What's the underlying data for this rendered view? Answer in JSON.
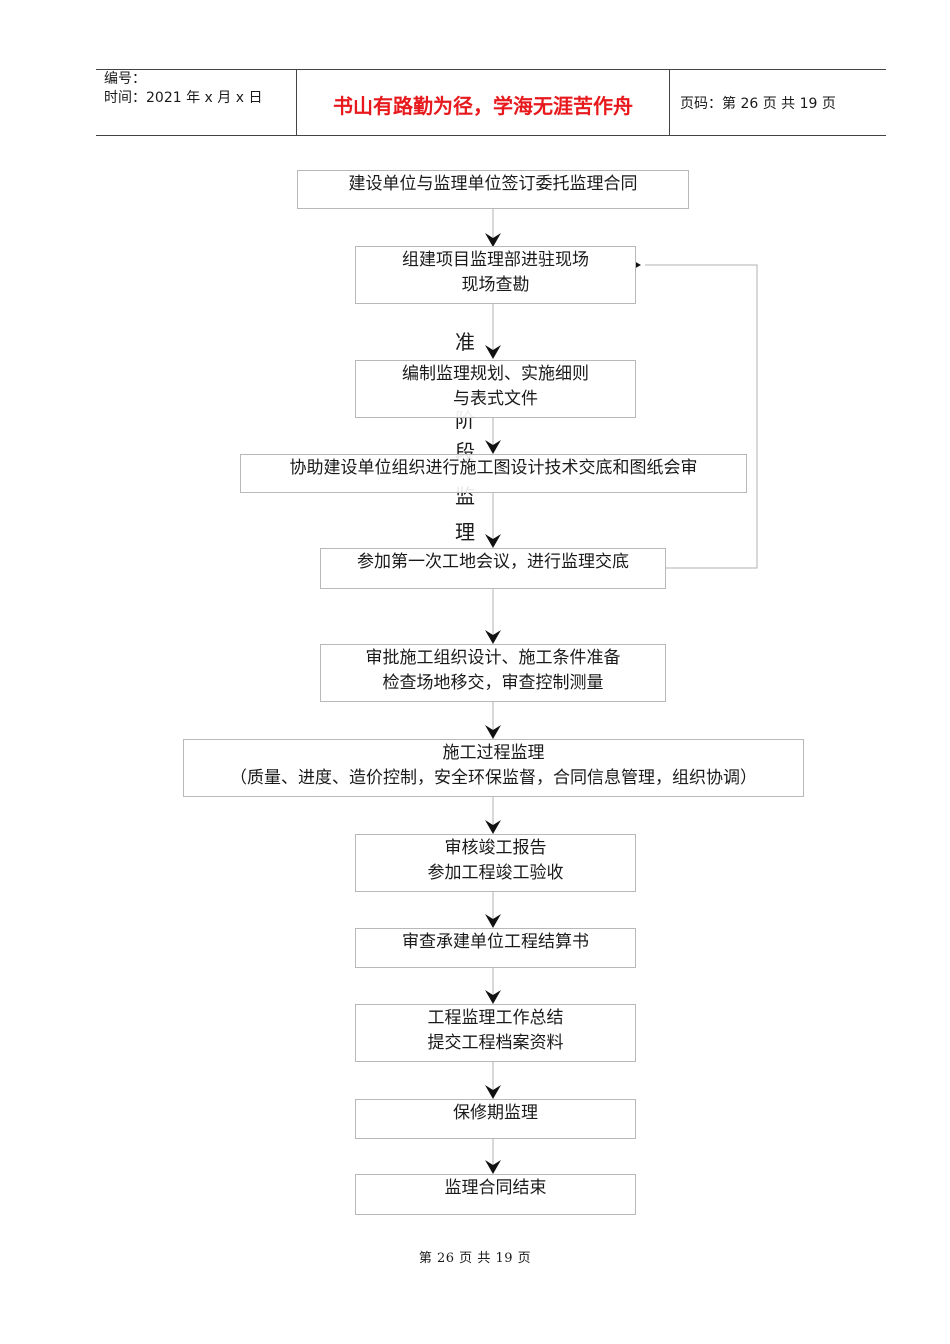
{
  "header": {
    "serial_label": "编号：",
    "time_label": "时间：2021 年 x 月 x 日",
    "motto": "书山有路勤为径，学海无涯苦作舟",
    "page_label": "页码：第 26 页  共 19 页"
  },
  "flow": {
    "step1": "建设单位与监理单位签订委托监理合同",
    "step2_l1": "组建项目监理部进驻现场",
    "step2_l2": "现场查勘",
    "step3_l1": "编制监理规划、实施细则",
    "step3_l2": "与表式文件",
    "step4": "协助建设单位组织进行施工图设计技术交底和图纸会审",
    "step5": "参加第一次工地会议，进行监理交底",
    "step6_l1": "审批施工组织设计、施工条件准备",
    "step6_l2": "检查场地移交，审查控制测量",
    "step7_l1": "施工过程监理",
    "step7_l2": "（质量、进度、造价控制，安全环保监督，合同信息管理，组织协调）",
    "step8_l1": "审核竣工报告",
    "step8_l2": "参加工程竣工验收",
    "step9": "审查承建单位工程结算书",
    "step10_l1": "工程监理工作总结",
    "step10_l2": "提交工程档案资料",
    "step11": "保修期监理",
    "step12": "监理合同结束"
  },
  "phase_label": {
    "c1": "准",
    "c2": "阶",
    "c3": "段",
    "c4": "监",
    "c5": "理"
  },
  "footer": {
    "page_text": "第 26 页 共 19 页"
  }
}
